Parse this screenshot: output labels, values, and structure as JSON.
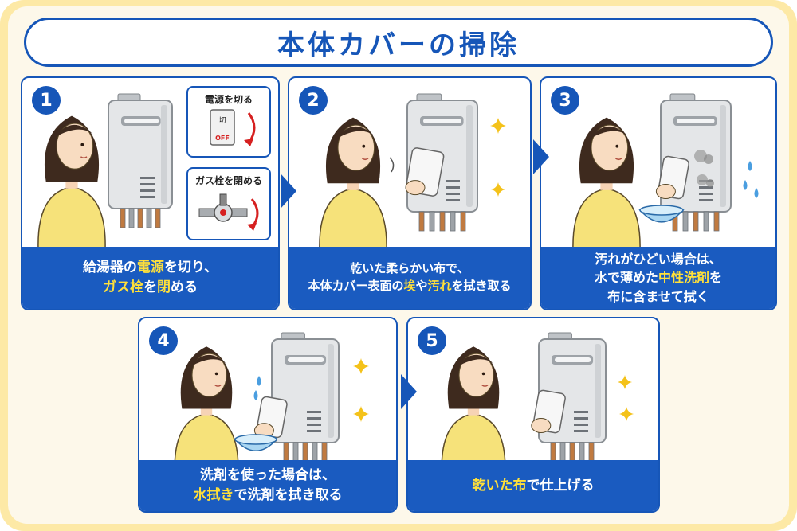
{
  "title": "本体カバーの掃除",
  "steps": [
    {
      "number": "1",
      "caption_lines": [
        [
          {
            "t": "給湯器の"
          },
          {
            "t": "電源",
            "hl": true
          },
          {
            "t": "を切り、"
          }
        ],
        [
          {
            "t": "ガス栓",
            "hl": true
          },
          {
            "t": "を"
          },
          {
            "t": "閉",
            "hl": true
          },
          {
            "t": "める"
          }
        ]
      ],
      "callouts": [
        {
          "title": "電源を切る",
          "switch_label": "切",
          "switch_state": "OFF"
        },
        {
          "title": "ガス栓を閉める"
        }
      ]
    },
    {
      "number": "2",
      "caption_lines": [
        [
          {
            "t": "乾いた柔らかい布で、"
          }
        ],
        [
          {
            "t": "本体カバー表面の"
          },
          {
            "t": "埃",
            "hl": true
          },
          {
            "t": "や"
          },
          {
            "t": "汚れ",
            "hl": true
          },
          {
            "t": "を拭き取る"
          }
        ]
      ]
    },
    {
      "number": "3",
      "caption_lines": [
        [
          {
            "t": "汚れがひどい場合は、"
          }
        ],
        [
          {
            "t": "水で薄めた"
          },
          {
            "t": "中性洗剤",
            "hl": true
          },
          {
            "t": "を"
          }
        ],
        [
          {
            "t": "布に含ませて拭く"
          }
        ]
      ]
    },
    {
      "number": "4",
      "caption_lines": [
        [
          {
            "t": "洗剤を使った場合は、"
          }
        ],
        [
          {
            "t": "水拭き",
            "hl": true
          },
          {
            "t": "で洗剤を拭き取る"
          }
        ]
      ]
    },
    {
      "number": "5",
      "caption_lines": [
        [
          {
            "t": "乾いた",
            "hl": true
          },
          {
            "t": "布",
            "hl": true
          },
          {
            "t": "で仕上げる"
          }
        ]
      ]
    }
  ],
  "colors": {
    "accent": "#1656b8",
    "caption_bg": "#1a5bc0",
    "highlight": "#ffe03a",
    "frame": "#fde9a6",
    "sparkle": "#f4c21a",
    "water": "#4a9ee0"
  }
}
